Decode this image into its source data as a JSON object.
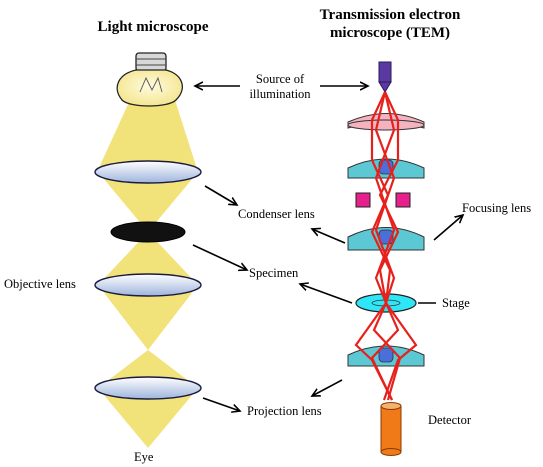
{
  "titles": {
    "light": "Light microscope",
    "tem_line1": "Transmission electron",
    "tem_line2": "microscope (TEM)"
  },
  "labels": {
    "source_line1": "Source of",
    "source_line2": "illumination",
    "condenser": "Condenser lens",
    "focusing": "Focusing lens",
    "objective": "Objective lens",
    "specimen": "Specimen",
    "stage": "Stage",
    "projection": "Projection lens",
    "detector": "Detector",
    "eye": "Eye"
  },
  "colors": {
    "light_beam": "#f2e27a",
    "bulb_glow": "#f6ea9a",
    "lens_blue": "#c5d3ea",
    "tem_lens": "#5bc8d4",
    "tem_core": "#4a6fd8",
    "electron_ray": "#e8201c",
    "gun": "#5a3aa0",
    "pink_lens": "#f5b3c0",
    "magenta_coil": "#e6208c",
    "stage": "#2ee6f5",
    "detector": "#f07a18"
  }
}
